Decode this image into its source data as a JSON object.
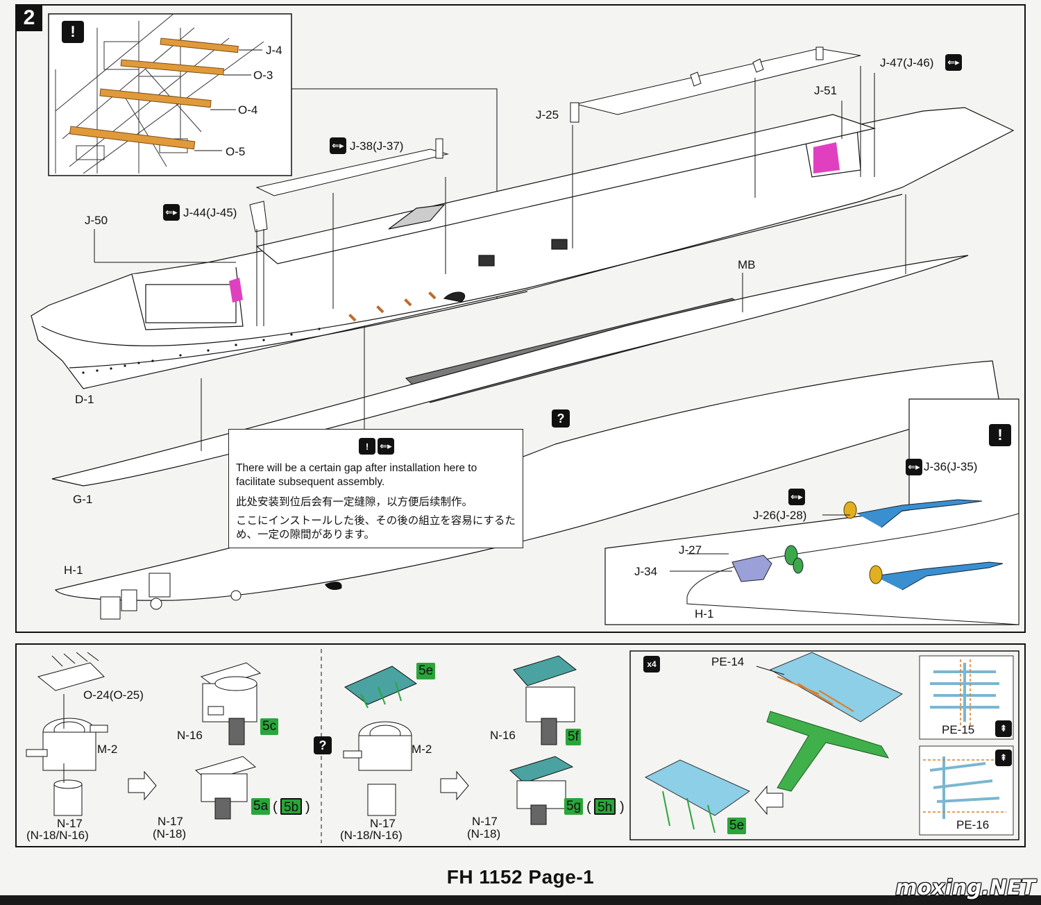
{
  "step": "2",
  "symbols": {
    "caution": "!",
    "choice": "?",
    "alt": "⇐▸",
    "up": "⇞"
  },
  "labels": {
    "j4": "J-4",
    "o3": "O-3",
    "o4": "O-4",
    "o5": "O-5",
    "j25": "J-25",
    "j47": "J-47(J-46)",
    "j51": "J-51",
    "j38": "J-38(J-37)",
    "j44": "J-44(J-45)",
    "j50": "J-50",
    "mb": "MB",
    "d1": "D-1",
    "g1": "G-1",
    "h1": "H-1",
    "h1b": "H-1",
    "j36": "J-36(J-35)",
    "j26": "J-26(J-28)",
    "j27": "J-27",
    "j34": "J-34",
    "o24": "O-24(O-25)",
    "m2a": "M-2",
    "n16a": "N-16",
    "n17a": "N-17",
    "n17a2": "(N-18/N-16)",
    "n17b": "N-17",
    "n17b2": "(N-18)",
    "m2b": "M-2",
    "n17c": "N-17",
    "n17c2": "(N-18/N-16)",
    "n16b": "N-16",
    "n17d": "N-17",
    "n17d2": "(N-18)",
    "x4": "x4",
    "pe14": "PE-14",
    "pe15": "PE-15",
    "pe16": "PE-16"
  },
  "badges": {
    "b5c": "5c",
    "b5a": "5a",
    "b5b": "5b",
    "b5e1": "5e",
    "b5f": "5f",
    "b5g": "5g",
    "b5h": "5h",
    "b5e2": "5e",
    "paren_open": "(",
    "paren_close": ")"
  },
  "note": {
    "en": "There will be a certain gap after installation here to facilitate subsequent assembly.",
    "zh": "此处安装到位后会有一定缝隙，以方便后续制作。",
    "ja": "ここにインストールした後、その後の組立を容易にするため、一定の隙間があります。"
  },
  "footer": "FH 1152 Page-1",
  "watermark": "moxing.NET",
  "colors": {
    "accent_green": "#2aa53a",
    "orange": "#e09a3a",
    "blue": "#3a8fd0",
    "magenta": "#e040c0",
    "deck_gray": "#7a7a7a"
  }
}
